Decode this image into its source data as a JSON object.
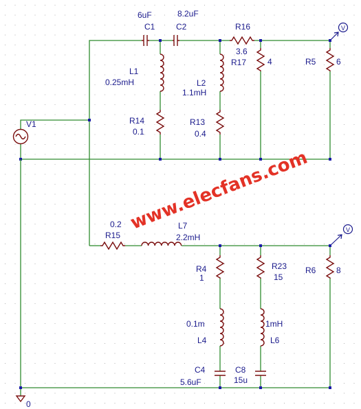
{
  "labels": {
    "c1_val": "6uF",
    "c1_ref": "C1",
    "c2_val": "8.2uF",
    "c2_ref": "C2",
    "r16_ref": "R16",
    "r16_val": "3.6",
    "r17_ref": "R17",
    "r17_val": "4",
    "r5_ref": "R5",
    "r5_val": "6",
    "l1_ref": "L1",
    "l1_val": "0.25mH",
    "l2_ref": "L2",
    "l2_val": "1.1mH",
    "r14_ref": "R14",
    "r14_val": "0.1",
    "r13_ref": "R13",
    "r13_val": "0.4",
    "v1_ref": "V1",
    "r15_val": "0.2",
    "r15_ref": "R15",
    "l7_ref": "L7",
    "l7_val": "2.2mH",
    "r4_ref": "R4",
    "r4_val": "1",
    "r23_ref": "R23",
    "r23_val": "15",
    "r6_ref": "R6",
    "r6_val": "8",
    "l4_val": "0.1m",
    "l4_ref": "L4",
    "l6_val": "1mH",
    "l6_ref": "L6",
    "c4_ref": "C4",
    "c4_val": "5.6uF",
    "c8_ref": "C8",
    "c8_val": "15u",
    "gnd_label": "0",
    "probe_top": "V",
    "probe_bottom": "V"
  },
  "watermark": "www.elecfans.com",
  "colors": {
    "wire": "#2e8b2e",
    "component": "#7a0e0e",
    "label": "#1a1a8c",
    "watermark": "#e33226"
  }
}
